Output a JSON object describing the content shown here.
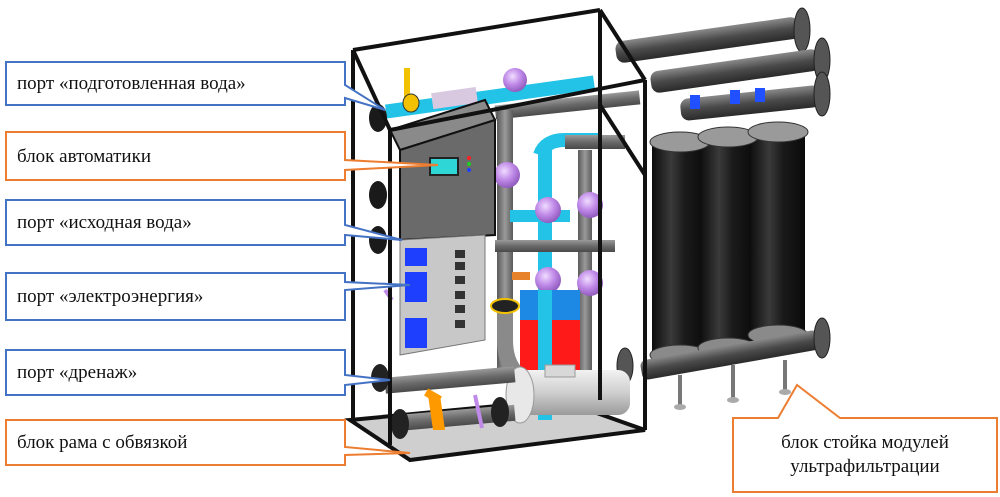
{
  "title": "Ultrafiltration unit — component callouts",
  "colors": {
    "port_outline": "#4472c4",
    "block_outline": "#ed7d31",
    "frame": "#111111",
    "pipe_cyan": "#22c3e6",
    "valve_lilac": "#c08ae8",
    "pipe_gray": "#6e6e6e",
    "module_black": "#1c1c1c",
    "panel_gray": "#6a6a6a",
    "display_cyan": "#2fd6d6",
    "connector_blue": "#1f3fff",
    "tank_red": "#ff1a1a",
    "tank_blue": "#1e88e5",
    "handle_orange": "#ff9900",
    "handle_yellow": "#f2c200"
  },
  "callouts": [
    {
      "id": "port-treated-water",
      "kind": "port",
      "label": "порт «подготовленная вода»"
    },
    {
      "id": "block-automation",
      "kind": "block",
      "label": "блок автоматики"
    },
    {
      "id": "port-source-water",
      "kind": "port",
      "label": "порт «исходная вода»"
    },
    {
      "id": "port-electricity",
      "kind": "port",
      "label": "порт «электроэнергия»"
    },
    {
      "id": "port-drain",
      "kind": "port",
      "label": "порт «дренаж»"
    },
    {
      "id": "block-frame",
      "kind": "block",
      "label": "блок рама с обвязкой"
    },
    {
      "id": "block-uf-rack",
      "kind": "block",
      "label_line1": "блок стойка модулей",
      "label_line2": "ультрафильтрации"
    }
  ]
}
